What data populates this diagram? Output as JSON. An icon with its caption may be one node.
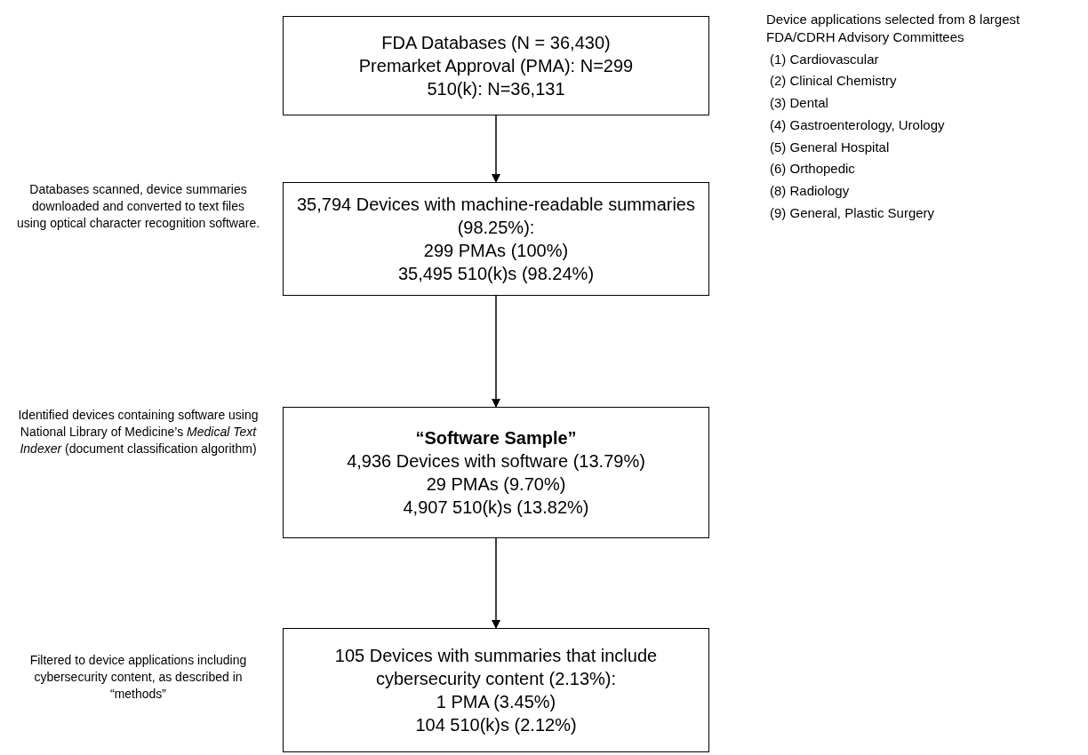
{
  "diagram": {
    "nodes": [
      {
        "text": [
          "FDA Databases (N = 36,430)",
          "Premarket Approval (PMA): N=299",
          "510(k): N=36,131"
        ]
      },
      {
        "text": [
          "35,794 Devices with machine-readable summaries (98.25%):",
          "299 PMAs (100%)",
          "35,495 510(k)s (98.24%)"
        ],
        "beside": [
          "Databases scanned, device summaries downloaded and converted to text files using optical character recognition software."
        ]
      },
      {
        "text": [
          "“Software Sample”",
          "4,936 Devices with software (13.79%)",
          "29 PMAs (9.70%)",
          "4,907 510(k)s (13.82%)"
        ],
        "beside": [
          "Identified devices containing software using National Library of Medicine’s *Medical Text Indexer* (document classification algorithm)"
        ]
      },
      {
        "text": [
          "105 Devices with summaries that include cybersecurity content (2.13%):",
          "1 PMA (3.45%)",
          "104 510(k)s (2.12%)"
        ],
        "beside": [
          "Filtered to device applications including cybersecurity content, as described in “methods”"
        ]
      }
    ],
    "edges": [
      {
        "from": 0,
        "to": 1,
        "arrow": "to"
      },
      {
        "from": 1,
        "to": 2,
        "arrow": "to"
      },
      {
        "from": 2,
        "to": 3,
        "arrow": "to"
      }
    ],
    "labels": [
      "Device applications selected from 8 largest FDA/CDRH Advisory Committees",
      "(1) Cardiovascular",
      "(2) Clinical Chemistry",
      "(3) Dental",
      "(4) Gastroenterology, Urology",
      "(5) General Hospital",
      "(6) Orthopedic",
      "(8) Radiology",
      "(9) General, Plastic Surgery"
    ]
  }
}
